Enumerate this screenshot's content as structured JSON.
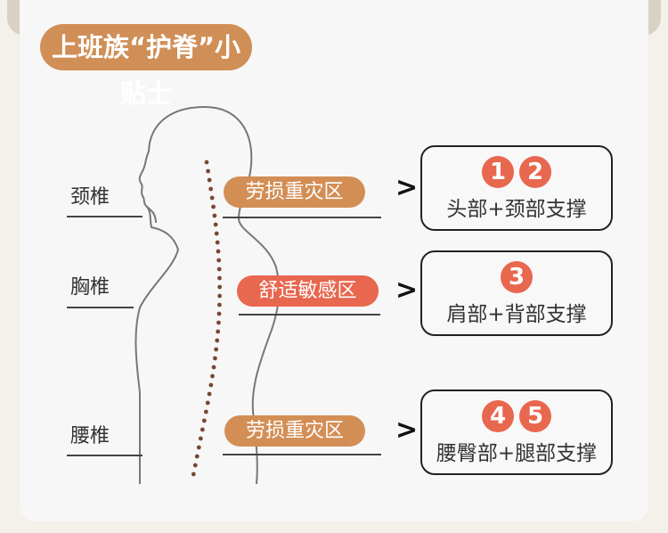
{
  "title": "上班族“护脊”小贴士",
  "spine_labels": [
    "颈椎",
    "胸椎",
    "腰椎"
  ],
  "zones": [
    "劳损重灾区",
    "舒适敏感区",
    "劳损重灾区"
  ],
  "tips": [
    {
      "numbers": [
        "1",
        "2"
      ],
      "text": "头部+颈部支撑"
    },
    {
      "numbers": [
        "3"
      ],
      "text": "肩部+背部支撑"
    },
    {
      "numbers": [
        "4",
        "5"
      ],
      "text": "腰臀部+腿部支撑"
    }
  ],
  "colors": {
    "title": "#d08f56",
    "strain": "#d38e55",
    "sensitive": "#e8674f",
    "number": "#e8674f",
    "spine_dots": "#7a4636"
  }
}
